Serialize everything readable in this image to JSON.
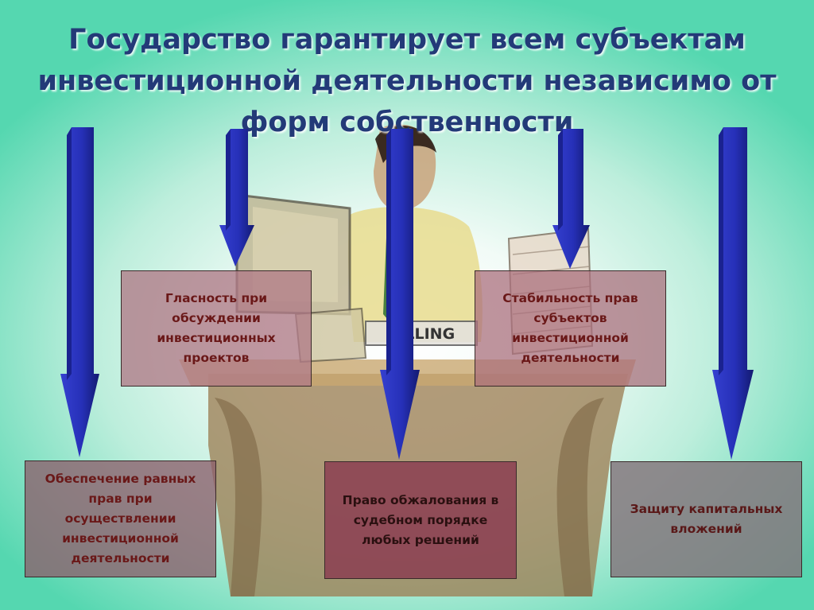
{
  "title": "Государство гарантирует всем субъектам инвестиционной деятельности независимо от форм собственности",
  "illustration": {
    "nameplate_text": "BILLING"
  },
  "boxes": {
    "glasnost": "Гласность при обсуждении инвестиционных проектов",
    "stability": "Стабильность прав субъектов инвестиционной деятельности",
    "equal_rights": "Обеспечение равных прав при осуществлении инвестиционной деятельности",
    "appeal": "Право обжалования в судебном порядке любых решений",
    "capital": "Защиту капитальных вложений"
  },
  "colors": {
    "title": "#233a78",
    "arrow": "#2630b8",
    "arrow_dark": "#131a70",
    "box_text": "#6a1818",
    "box_pink_fill": "#b07a86",
    "box_dark_fill": "#8a3a50",
    "box_gray_fill": "#84787e"
  }
}
